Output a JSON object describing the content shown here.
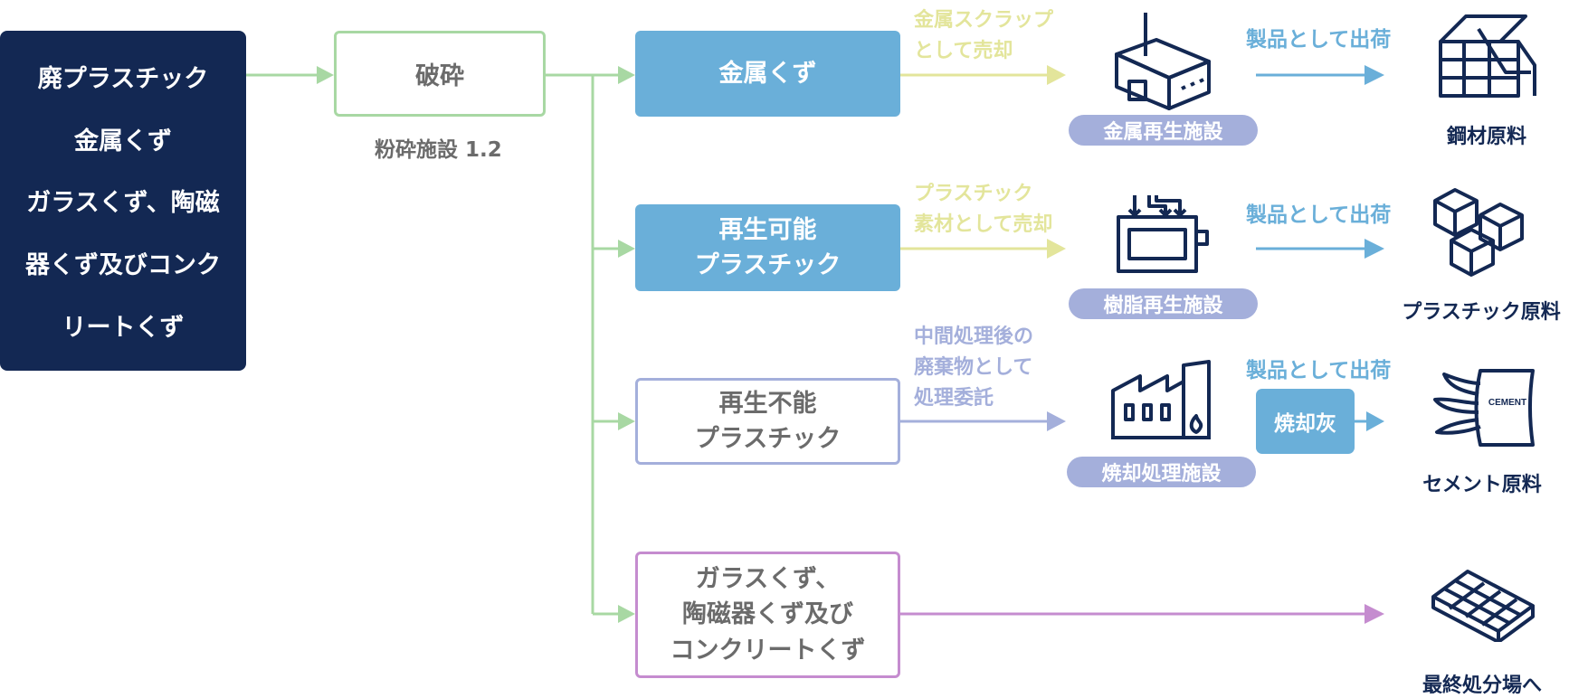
{
  "source": {
    "lines": [
      "廃プラスチック",
      "金属くず",
      "ガラスくず、陶磁",
      "器くず及びコンク",
      "リートくず"
    ]
  },
  "crush": {
    "label": "破砕",
    "caption": "粉砕施設 1.2"
  },
  "categories": [
    {
      "lines": [
        "金属くず"
      ]
    },
    {
      "lines": [
        "再生可能",
        "プラスチック"
      ]
    },
    {
      "lines": [
        "再生不能",
        "プラスチック"
      ]
    },
    {
      "lines": [
        "ガラスくず、",
        "陶磁器くず及び",
        "コンクリートくず"
      ]
    }
  ],
  "routes": [
    {
      "label_lines": [
        "金属スクラップ",
        "として売却"
      ],
      "facility": "金属再生施設"
    },
    {
      "label_lines": [
        "プラスチック",
        "素材として売却"
      ],
      "facility": "樹脂再生施設"
    },
    {
      "label_lines": [
        "中間処理後の",
        "廃棄物として",
        "処理委託"
      ],
      "facility": "焼却処理施設"
    }
  ],
  "shipping": [
    "製品として出荷",
    "製品として出荷",
    "製品として出荷"
  ],
  "ash_label": "焼却灰",
  "products": [
    "鋼材原料",
    "プラスチック原料",
    "セメント原料",
    "最終処分場へ"
  ],
  "icons": [
    "metal-factory-icon",
    "resin-factory-icon",
    "incinerator-icon",
    "steel-beams-icon",
    "plastic-cubes-icon",
    "cement-bags-icon",
    "landfill-grid-icon"
  ],
  "icon_texts": {
    "cement_bag": "CEMENT"
  },
  "colors": {
    "navy": "#132853",
    "green": "#a8d8a3",
    "blue": "#6aafd9",
    "yellow": "#e3e59b",
    "periwinkle": "#a4afdb",
    "purple": "#c58ccf",
    "gray_text": "#6b6b6b"
  }
}
